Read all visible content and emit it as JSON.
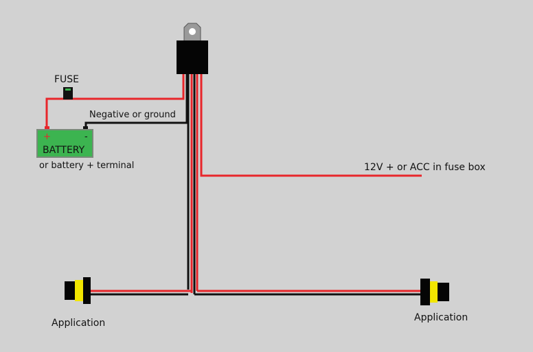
{
  "labels": {
    "fuse": "FUSE",
    "battery": "BATTERY",
    "battery_plus": "+",
    "battery_minus": "-",
    "negative": "Negative or ground",
    "battery_terminal": "or battery + terminal",
    "acc": "12V + or ACC in fuse box",
    "application_left": "Application",
    "application_right": "Application"
  },
  "colors": {
    "background": "#d2d2d2",
    "wire_red": "#e8262b",
    "wire_black": "#111111",
    "battery_green": "#3cb450",
    "plug_yellow": "#f2e600"
  }
}
